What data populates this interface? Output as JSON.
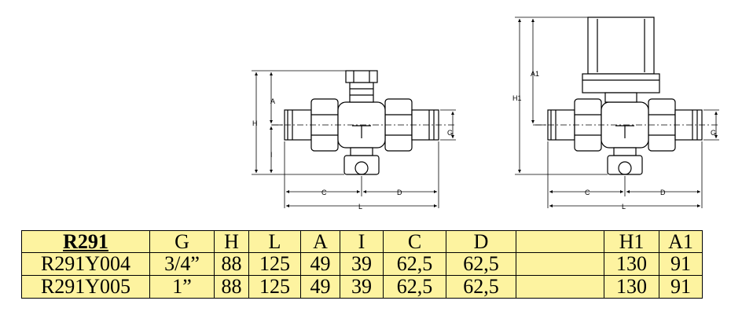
{
  "dimension_labels": {
    "left": {
      "A": "A",
      "H": "H",
      "I": "I",
      "G": "G",
      "C": "C",
      "D": "D",
      "L": "L"
    },
    "right": {
      "A1": "A1",
      "H1": "H1",
      "G": "G",
      "C": "C",
      "D": "D",
      "L": "L"
    }
  },
  "table": {
    "headers": [
      "R291",
      "G",
      "H",
      "L",
      "A",
      "I",
      "C",
      "D",
      "",
      "H1",
      "A1"
    ],
    "rows": [
      [
        "R291Y004",
        "3/4”",
        "88",
        "125",
        "49",
        "39",
        "62,5",
        "62,5",
        "",
        "130",
        "91"
      ],
      [
        "R291Y005",
        "1”",
        "88",
        "125",
        "49",
        "39",
        "62,5",
        "62,5",
        "",
        "130",
        "91"
      ]
    ]
  },
  "colors": {
    "table_background": "#fdf3a0",
    "line": "#000000"
  }
}
